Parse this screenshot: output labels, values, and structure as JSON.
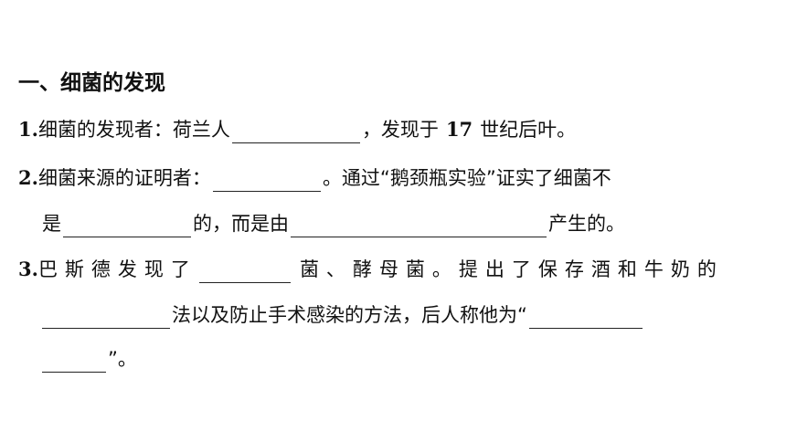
{
  "section_heading": "一、细菌的发现",
  "q1": {
    "num": "1.",
    "text_a": "细菌的发现者：荷兰人",
    "text_b": "，发现于",
    "century": "17",
    "text_c": "世纪后叶。"
  },
  "q2": {
    "num": "2.",
    "text_a": "细菌来源的证明者：",
    "text_b": "。通过“鹅颈瓶实验”证实了细菌不",
    "text_c": "是",
    "text_d": "的，而是由",
    "text_e": "产生的。"
  },
  "q3": {
    "num": "3.",
    "text_a": "巴斯德发现了",
    "text_b": "菌、酵母菌。提出了保存酒和牛奶的",
    "text_c": "法以及防止手术感染的方法，后人称他为“",
    "text_d": "”。"
  }
}
